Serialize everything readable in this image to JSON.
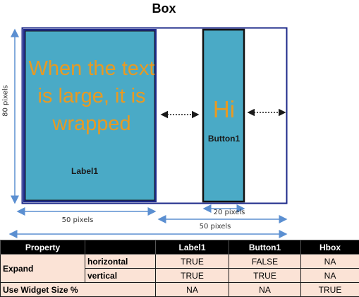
{
  "title": "Box",
  "label": {
    "text": "When the text is large, it is wrapped",
    "name": "Label1"
  },
  "button": {
    "text": "Hi",
    "name": "Button1"
  },
  "dimensions": {
    "vertical": "80 pixels",
    "label_width": "50 pixels",
    "button_width": "20 pixels",
    "remaining_width": "50 pixels"
  },
  "colors": {
    "widget_fill": "#4aaac6",
    "box_border": "#1e2a8a",
    "text_orange": "#e89a22",
    "dimension_line": "#5b8fd1",
    "table_header_bg": "#000000",
    "table_cell_bg": "#fbe3d6"
  },
  "table": {
    "headers": [
      "Property",
      "",
      "Label1",
      "Button1",
      "Hbox"
    ],
    "expand_label": "Expand",
    "rows": [
      {
        "sub": "horizontal",
        "values": [
          "TRUE",
          "FALSE",
          "NA"
        ]
      },
      {
        "sub": "vertical",
        "values": [
          "TRUE",
          "TRUE",
          "NA"
        ]
      }
    ],
    "widget_size_label": "Use Widget Size %",
    "widget_size_values": [
      "NA",
      "NA",
      "TRUE"
    ]
  }
}
